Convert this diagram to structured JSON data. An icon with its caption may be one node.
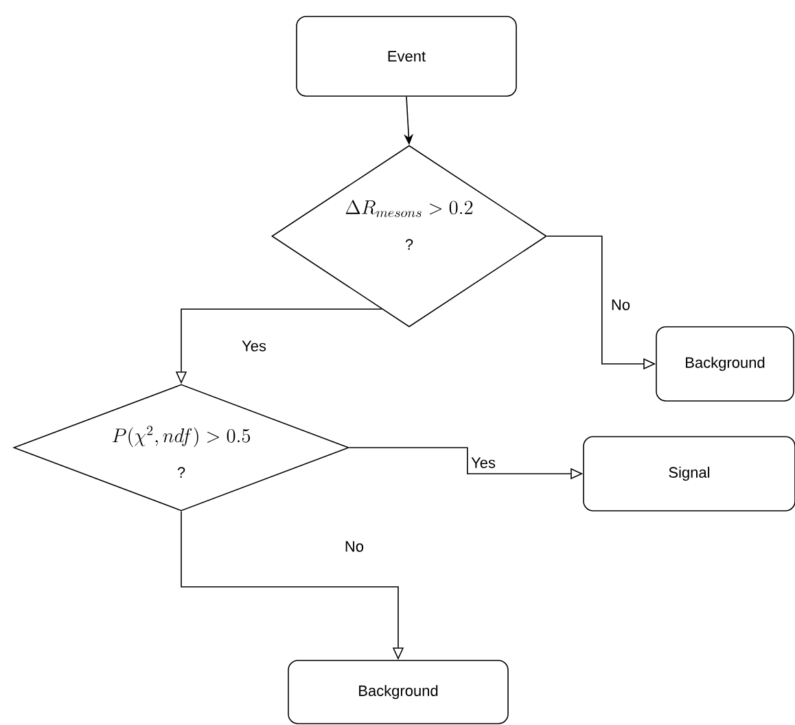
{
  "diagram": {
    "nodes": [
      {
        "text": [
          "Event"
        ]
      },
      {
        "text": [
          "\\Delta R_{mesons} > 0.2",
          "?"
        ]
      },
      {
        "text": [
          "Background"
        ]
      },
      {
        "text": [
          "P(\\chi^2, ndf) > 0.5",
          "?"
        ]
      },
      {
        "text": [
          "Signal"
        ]
      },
      {
        "text": [
          "Background"
        ]
      }
    ],
    "edges": [
      {
        "from": 0,
        "to": 1,
        "arrow": "to"
      },
      {
        "from": 1,
        "to": 3,
        "arrow": "to",
        "label": "Yes"
      },
      {
        "from": 1,
        "to": 2,
        "arrow": "to",
        "label": "No"
      },
      {
        "from": 3,
        "to": 4,
        "arrow": "to",
        "label": "Yes"
      },
      {
        "from": 3,
        "to": 5,
        "arrow": "to",
        "label": "No"
      }
    ]
  }
}
